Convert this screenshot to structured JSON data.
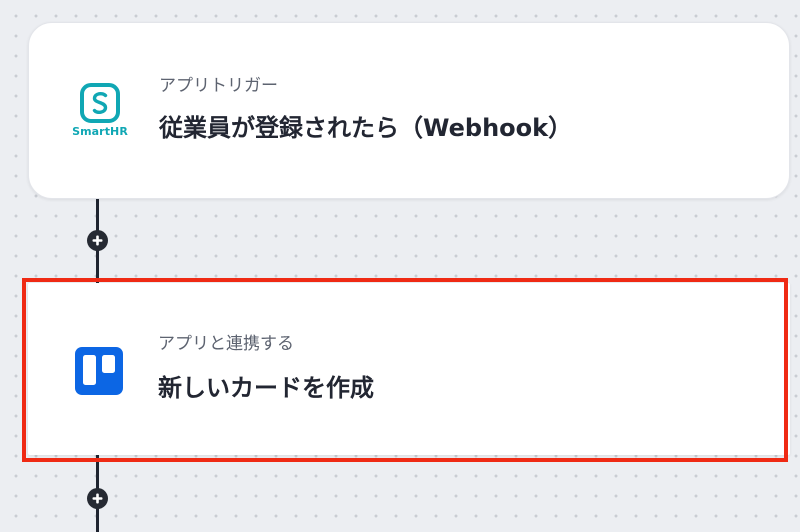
{
  "steps": [
    {
      "app": "SmartHR",
      "app_icon": "smarthr-logo-icon",
      "subtitle": "アプリトリガー",
      "title": "従業員が登録されたら（Webhook）",
      "selected": false
    },
    {
      "app": "Trello",
      "app_icon": "trello-logo-icon",
      "subtitle": "アプリと連携する",
      "title": "新しいカードを作成",
      "selected": true
    }
  ],
  "colors": {
    "smarthr_brand": "#10a7b4",
    "trello_brand": "#0c66e4",
    "selection_outline": "#ef2a14",
    "connector": "#1f2430"
  },
  "add_step_icon": "plus-icon"
}
